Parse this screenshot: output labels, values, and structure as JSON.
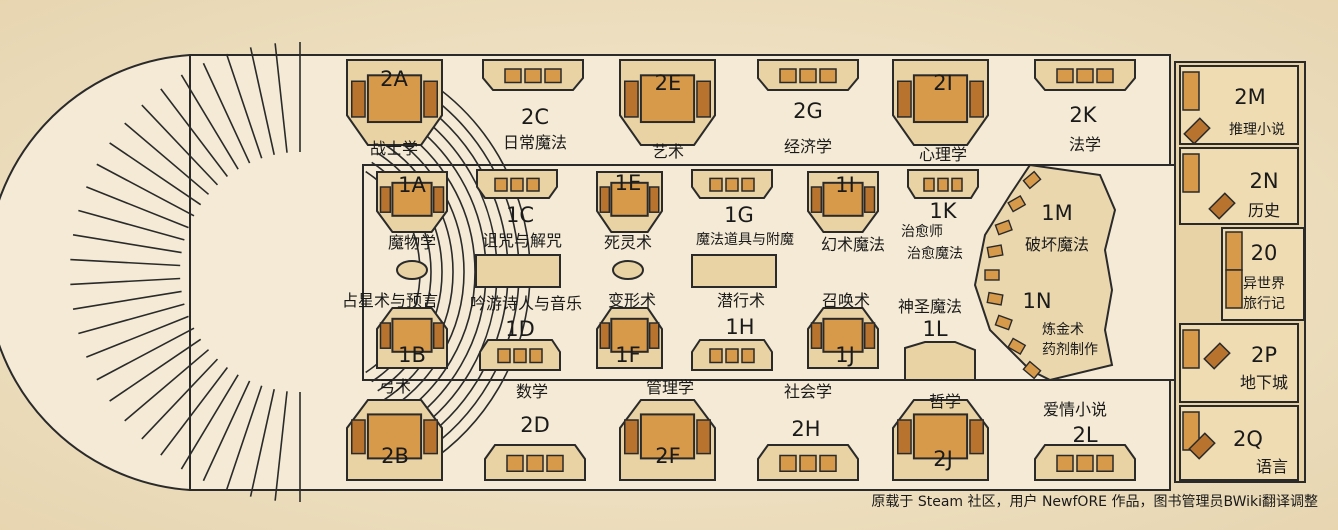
{
  "map": {
    "colors": {
      "background": "#f0e4c8",
      "floor": "#f4ead5",
      "wood": "#d69a4a",
      "wood_dark": "#b8742e",
      "line": "#2a2a2a"
    },
    "regions": [
      {
        "code": "2A",
        "name": "战士学"
      },
      {
        "code": "2C",
        "name": "日常魔法"
      },
      {
        "code": "2E",
        "name": "艺术"
      },
      {
        "code": "2G",
        "name": "经济学"
      },
      {
        "code": "2I",
        "name": "心理学"
      },
      {
        "code": "2K",
        "name": "法学"
      },
      {
        "code": "2M",
        "name": "推理小说"
      },
      {
        "code": "1A",
        "name": "魔物学"
      },
      {
        "code": "1C",
        "name": "诅咒与解咒"
      },
      {
        "code": "1E",
        "name": "死灵术"
      },
      {
        "code": "1G",
        "name": "魔法道具与附魔"
      },
      {
        "code": "1I",
        "name": "幻术魔法"
      },
      {
        "code": "1K",
        "name": "治愈师",
        "name2": "治愈魔法"
      },
      {
        "code": "1M",
        "name": "破坏魔法"
      },
      {
        "code": "2N",
        "name": "历史"
      },
      {
        "code": "20",
        "name": "异世界",
        "name2": "旅行记"
      },
      {
        "code": "1B",
        "name": "占星术与预言"
      },
      {
        "code": "1D",
        "name": "吟游诗人与音乐"
      },
      {
        "code": "1F",
        "name": "变形术"
      },
      {
        "code": "1H",
        "name": "潜行术"
      },
      {
        "code": "1J",
        "name": "召唤术"
      },
      {
        "code": "1L",
        "name": "神圣魔法"
      },
      {
        "code": "1N",
        "name": "炼金术",
        "name2": "药剂制作"
      },
      {
        "code": "2P",
        "name": "地下城"
      },
      {
        "code": "2B",
        "name": "弓术"
      },
      {
        "code": "2D",
        "name": "数学"
      },
      {
        "code": "2F",
        "name": "管理学"
      },
      {
        "code": "2H",
        "name": "社会学"
      },
      {
        "code": "2J",
        "name": "哲学"
      },
      {
        "code": "2L",
        "name": "爱情小说"
      },
      {
        "code": "2Q",
        "name": "语言"
      }
    ],
    "credit": "原载于 Steam 社区，用户 NewfORE 作品，图书管理员BWiki翻译调整"
  }
}
